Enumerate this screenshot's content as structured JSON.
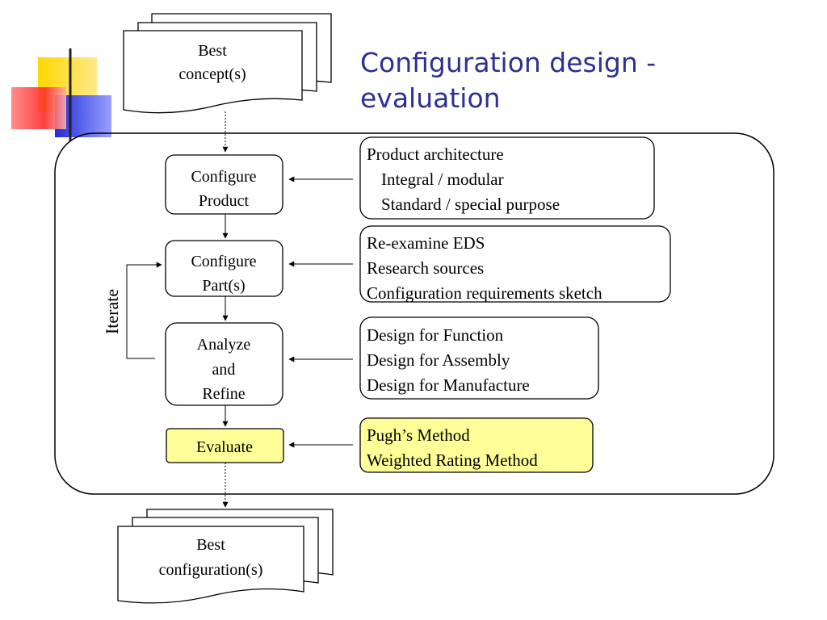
{
  "title": {
    "line1": "Configuration design -",
    "line2": "evaluation"
  },
  "colors": {
    "title": "#2e3192",
    "highlight_fill": "#ffff99",
    "deco_yellow": "#ffd700",
    "deco_red": "#ff2a2a",
    "deco_blue": "#1f2bd6"
  },
  "input_doc": {
    "lines": [
      "Best",
      "concept(s)"
    ]
  },
  "output_doc": {
    "lines": [
      "Best",
      "configuration(s)"
    ]
  },
  "steps": [
    {
      "lines": [
        "Configure",
        "Product"
      ]
    },
    {
      "lines": [
        "Configure",
        "Part(s)"
      ]
    },
    {
      "lines": [
        "Analyze",
        "and",
        "Refine"
      ]
    },
    {
      "lines": [
        "Evaluate"
      ]
    }
  ],
  "info_boxes": [
    {
      "lines": [
        "Product architecture",
        "Integral / modular",
        "Standard / special purpose"
      ]
    },
    {
      "lines": [
        "Re-examine EDS",
        "Research sources",
        "Configuration requirements sketch"
      ]
    },
    {
      "lines": [
        "Design for Function",
        "Design for Assembly",
        "Design for Manufacture"
      ]
    },
    {
      "lines": [
        "Pugh’s Method",
        "Weighted Rating Method"
      ]
    }
  ],
  "iterate_label": "Iterate"
}
